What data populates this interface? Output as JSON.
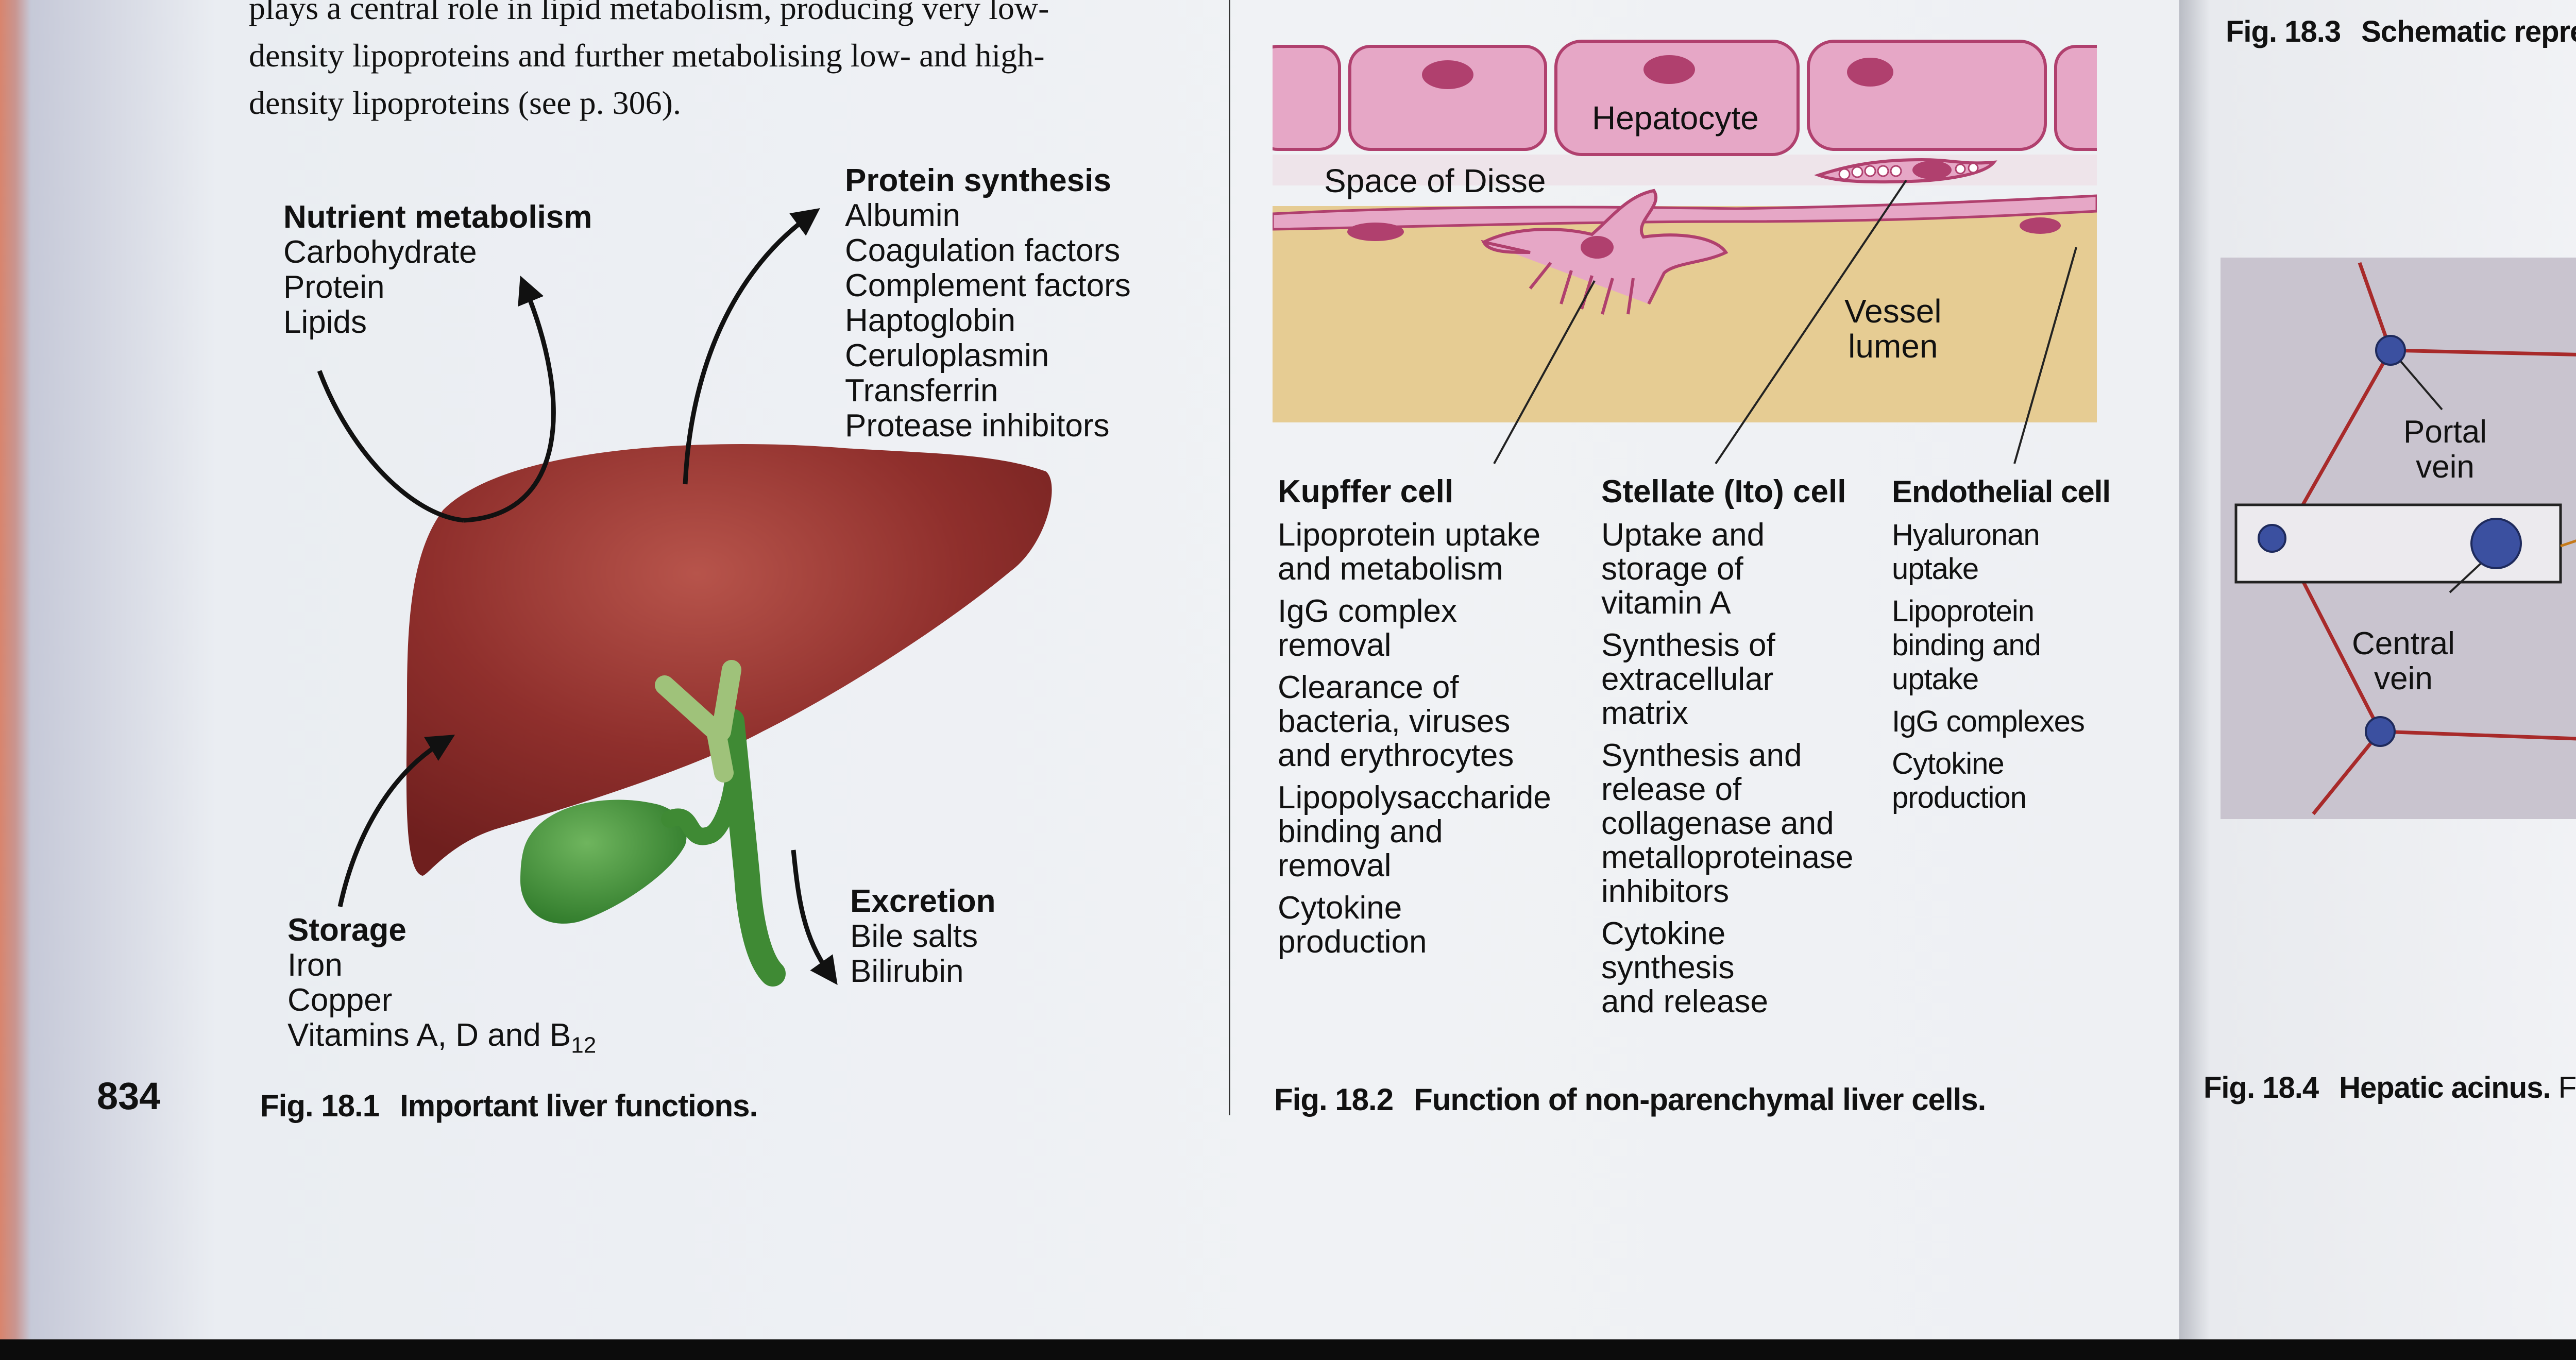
{
  "page_number": "834",
  "intro_text": {
    "line1": "plays a central role in lipid metabolism, producing very low-",
    "line2": "density lipoproteins and further metabolising low- and high-",
    "line3": "density lipoproteins (see p. 306)."
  },
  "fig_18_1": {
    "number": "Fig. 18.1",
    "title": "Important liver functions.",
    "nutrient": {
      "heading": "Nutrient metabolism",
      "items": [
        "Carbohydrate",
        "Protein",
        "Lipids"
      ]
    },
    "protein": {
      "heading": "Protein synthesis",
      "items": [
        "Albumin",
        "Coagulation factors",
        "Complement factors",
        "Haptoglobin",
        "Ceruloplasmin",
        "Transferrin",
        "Protease inhibitors"
      ]
    },
    "storage": {
      "heading": "Storage",
      "items": [
        "Iron",
        "Copper",
        "Vitamins A, D and B"
      ],
      "b_subscript": "12"
    },
    "excretion": {
      "heading": "Excretion",
      "items": [
        "Bile salts",
        "Bilirubin"
      ]
    },
    "colors": {
      "liver": "#8f2f2c",
      "gallbladder": "#3f8a34",
      "duct": "#9fc27a"
    }
  },
  "fig_18_2": {
    "number": "Fig. 18.2",
    "title": "Function of non-parenchymal liver cells.",
    "diagram_labels": {
      "hepatocyte": "Hepatocyte",
      "space_of_disse": "Space of Disse",
      "vessel_line1": "Vessel",
      "vessel_line2": "lumen"
    },
    "kupffer": {
      "heading": "Kupffer cell",
      "items": [
        "Lipoprotein uptake",
        "and metabolism",
        "IgG complex",
        "removal",
        "Clearance of",
        "bacteria, viruses",
        "and erythrocytes",
        "Lipopolysaccharide",
        "binding and",
        "removal",
        "Cytokine",
        "production"
      ]
    },
    "stellate": {
      "heading": "Stellate (Ito) cell",
      "items": [
        "Uptake and",
        "storage of",
        "vitamin A",
        "Synthesis of",
        "extracellular",
        "matrix",
        "Synthesis and",
        "release of",
        "collagenase and",
        "metalloproteinase",
        "inhibitors",
        "Cytokine",
        "synthesis",
        "and release"
      ]
    },
    "endothelial": {
      "heading": "Endothelial cell",
      "items": [
        "Hyaluronan",
        "uptake",
        "Lipoprotein",
        "binding and",
        "uptake",
        "IgG complexes",
        "Cytokine",
        "production"
      ]
    },
    "colors": {
      "hepatocyte": "#e6a7c6",
      "hepatocyte_border": "#b0406e",
      "lumen": "#e6cc93"
    }
  },
  "fig_18_3": {
    "number": "Fig. 18.3",
    "title": "Schematic represen"
  },
  "fig_18_4": {
    "number": "Fig. 18.4",
    "title": "Hepatic acinus.",
    "title_suffix": "Functic",
    "portal_line1": "Portal",
    "portal_line2": "vein",
    "central_line1": "Central",
    "central_line2": "vein"
  }
}
